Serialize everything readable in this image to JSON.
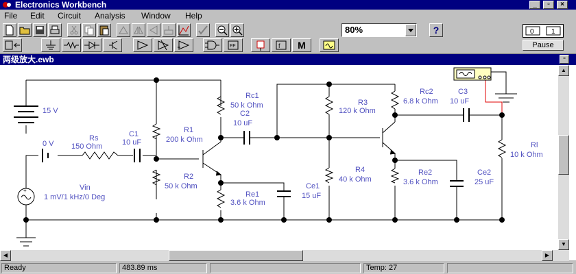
{
  "window": {
    "title": "Electronics Workbench"
  },
  "menu": [
    {
      "label": "File"
    },
    {
      "label": "Edit"
    },
    {
      "label": "Circuit"
    },
    {
      "label": "Analysis"
    },
    {
      "label": "Window"
    },
    {
      "label": "Help"
    }
  ],
  "toolbar": {
    "zoom": "80%",
    "help_label": "?",
    "pause_label": "Pause"
  },
  "document": {
    "title": "两级放大.ewb"
  },
  "circuit": {
    "source_15v": "15 V",
    "battery_0v": "0 V",
    "rs_name": "Rs",
    "rs_value": "150  Ohm",
    "c1_name": "C1",
    "c1_value": "10 uF",
    "r1_name": "R1",
    "r1_value": "200 k Ohm",
    "r2_name": "R2",
    "r2_value": "50 k Ohm",
    "rc1_name": "Rc1",
    "rc1_value": "50 k Ohm",
    "c2_name": "C2",
    "c2_value": "10 uF",
    "re1_name": "Re1",
    "re1_value": "3.6 k Ohm",
    "ce1_name": "Ce1",
    "ce1_value": "15 uF",
    "r3_name": "R3",
    "r3_value": "120 k Ohm",
    "r4_name": "R4",
    "r4_value": "40 k Ohm",
    "rc2_name": "Rc2",
    "rc2_value": "6.8 k Ohm",
    "c3_name": "C3",
    "c3_value": "10 uF",
    "re2_name": "Re2",
    "re2_value": "3.6 k Ohm",
    "ce2_name": "Ce2",
    "ce2_value": "25 uF",
    "rl_name": "Rl",
    "rl_value": "10 k Ohm",
    "vin_name": "Vin",
    "vin_value": "1 mV/1 kHz/0 Deg"
  },
  "status": {
    "state": "Ready",
    "time": "483.89 ms",
    "temp": "Temp:  27"
  }
}
